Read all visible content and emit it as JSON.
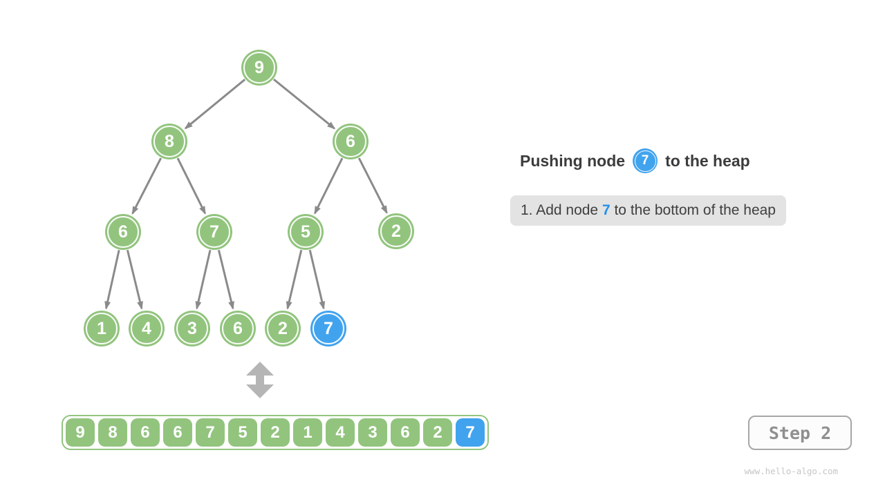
{
  "caption": {
    "title_prefix": "Pushing node",
    "node_value": "7",
    "title_suffix": "to the heap"
  },
  "instruction": {
    "prefix": "1. Add node ",
    "highlight": "7",
    "suffix": " to the bottom of the heap"
  },
  "tree": {
    "nodes": [
      {
        "value": "9",
        "highlight": false
      },
      {
        "value": "8",
        "highlight": false
      },
      {
        "value": "6",
        "highlight": false
      },
      {
        "value": "6",
        "highlight": false
      },
      {
        "value": "7",
        "highlight": false
      },
      {
        "value": "5",
        "highlight": false
      },
      {
        "value": "2",
        "highlight": false
      },
      {
        "value": "1",
        "highlight": false
      },
      {
        "value": "4",
        "highlight": false
      },
      {
        "value": "3",
        "highlight": false
      },
      {
        "value": "6",
        "highlight": false
      },
      {
        "value": "2",
        "highlight": false
      },
      {
        "value": "7",
        "highlight": true
      }
    ]
  },
  "array": {
    "cells": [
      {
        "value": "9",
        "highlight": false
      },
      {
        "value": "8",
        "highlight": false
      },
      {
        "value": "6",
        "highlight": false
      },
      {
        "value": "6",
        "highlight": false
      },
      {
        "value": "7",
        "highlight": false
      },
      {
        "value": "5",
        "highlight": false
      },
      {
        "value": "2",
        "highlight": false
      },
      {
        "value": "1",
        "highlight": false
      },
      {
        "value": "4",
        "highlight": false
      },
      {
        "value": "3",
        "highlight": false
      },
      {
        "value": "6",
        "highlight": false
      },
      {
        "value": "2",
        "highlight": false
      },
      {
        "value": "7",
        "highlight": true
      }
    ]
  },
  "step": {
    "label": "Step 2"
  },
  "watermark": "www.hello-algo.com",
  "colors": {
    "node_green": "#92C47E",
    "node_blue": "#41A3EE",
    "edge_gray": "#8A8A8A",
    "updown_gray": "#B5B5B5",
    "instruction_bg": "#E3E3E3",
    "title_text": "#3C3C3C",
    "highlight_blue": "#2490EA",
    "step_text": "#8F8F8F",
    "step_border": "#A6A6A6",
    "watermark_gray": "#C6C6C6"
  }
}
